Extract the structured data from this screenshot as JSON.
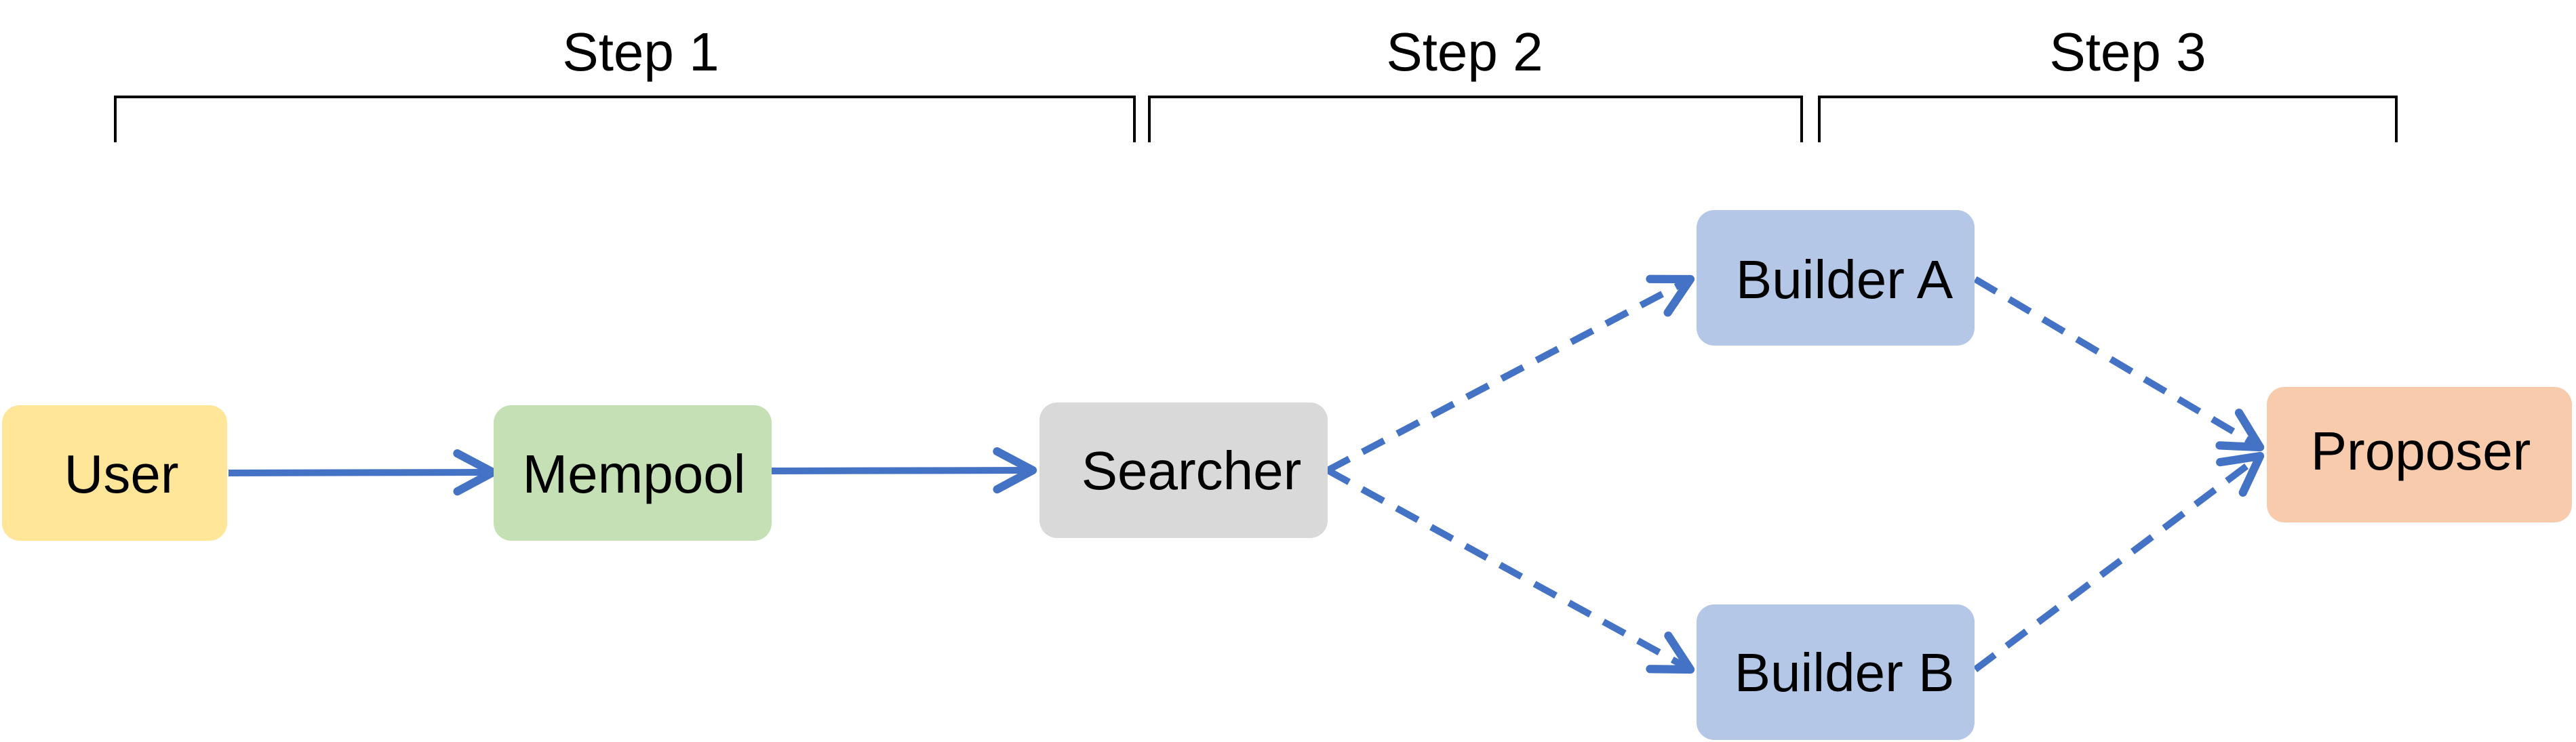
{
  "colors": {
    "user": "#FFE699",
    "mempool": "#C5E0B4",
    "searcher": "#D9D9D9",
    "builder": "#B4C7E7",
    "proposer": "#F8CBAD",
    "edge": "#4472C4",
    "bracket": "#000000"
  },
  "steps": [
    {
      "label": "Step 1"
    },
    {
      "label": "Step 2"
    },
    {
      "label": "Step 3"
    }
  ],
  "nodes": [
    {
      "id": "user",
      "label": "User",
      "color_key": "user"
    },
    {
      "id": "mempool",
      "label": "Mempool",
      "color_key": "mempool"
    },
    {
      "id": "searcher",
      "label": "Searcher",
      "color_key": "searcher"
    },
    {
      "id": "builder-a",
      "label": "Builder A",
      "color_key": "builder"
    },
    {
      "id": "builder-b",
      "label": "Builder B",
      "color_key": "builder"
    },
    {
      "id": "proposer",
      "label": "Proposer",
      "color_key": "proposer"
    }
  ],
  "edges": [
    {
      "from": "user",
      "to": "mempool",
      "style": "solid"
    },
    {
      "from": "mempool",
      "to": "searcher",
      "style": "solid"
    },
    {
      "from": "searcher",
      "to": "builder-a",
      "style": "dashed"
    },
    {
      "from": "searcher",
      "to": "builder-b",
      "style": "dashed"
    },
    {
      "from": "builder-a",
      "to": "proposer",
      "style": "dashed"
    },
    {
      "from": "builder-b",
      "to": "proposer",
      "style": "dashed"
    }
  ]
}
